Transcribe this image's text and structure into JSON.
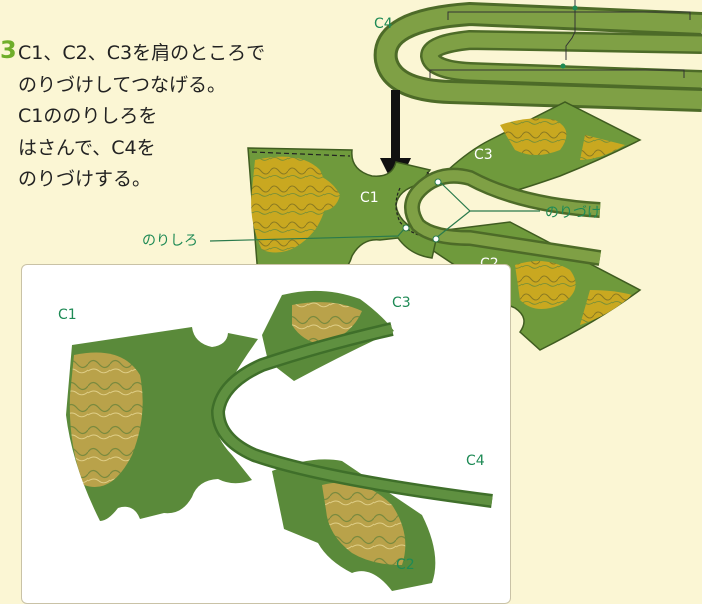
{
  "step": {
    "number": "3",
    "lines": [
      "C1、C2、C3を肩のところで",
      "のりづけしてつなげる。",
      "C1ののりしろを",
      "はさんで、C4を",
      "のりづけする。"
    ]
  },
  "diagram": {
    "labels": {
      "c4": "C4",
      "c3": "C3",
      "c1": "C1",
      "c2": "C2",
      "glue_tab": "のりしろ",
      "glue_joint": "のりづけ"
    }
  },
  "photo": {
    "labels": {
      "c1": "C1",
      "c3": "C3",
      "c4": "C4",
      "c2": "C2"
    }
  },
  "colors": {
    "background": "#fbf6d4",
    "piece_green": "#6f9a3c",
    "piece_gold": "#c9a820",
    "label_green": "#1e8a55",
    "step_number": "#6fae2a"
  }
}
